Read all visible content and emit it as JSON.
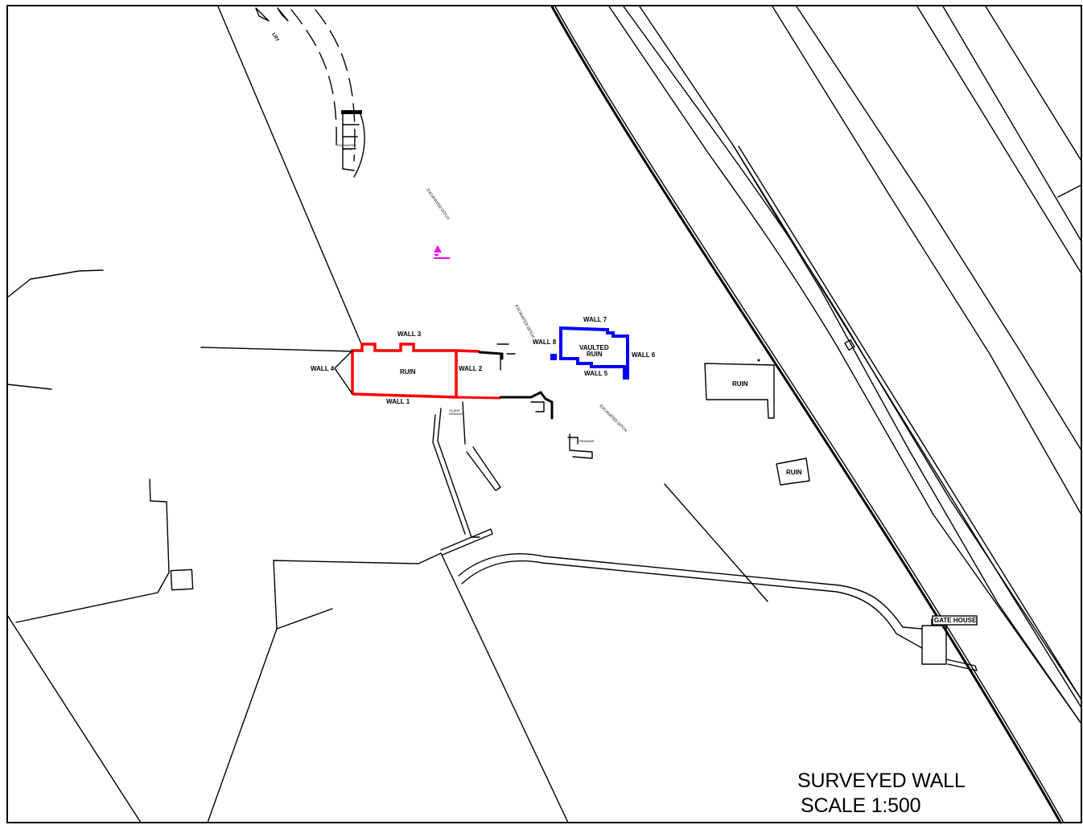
{
  "labels": {
    "wall_1": "WALL 1",
    "wall_2": "WALL 2",
    "wall_3": "WALL 3",
    "wall_4": "WALL 4",
    "wall_5": "WALL 5",
    "wall_6": "WALL 6",
    "wall_7": "WALL 7",
    "wall_8": "WALL 8",
    "ruin_main": "RUIN",
    "vaulted_ruin_line1": "VAULTED",
    "vaulted_ruin_line2": "RUIN",
    "ruin_east": "RUIN",
    "ruin_small": "RUIN",
    "gate_house": "GATE HOUSE",
    "lrt": "LRT",
    "excavated_ditch": "EXCAVATED DITCH"
  },
  "caption": {
    "title": "SURVEYED WALL",
    "scale": "SCALE 1:500"
  },
  "colors": {
    "surveyed_ruin_outline": "#ff0000",
    "vaulted_ruin_outline": "#0000ff",
    "survey_marker": "#ff00ff",
    "linework": "#000000"
  }
}
